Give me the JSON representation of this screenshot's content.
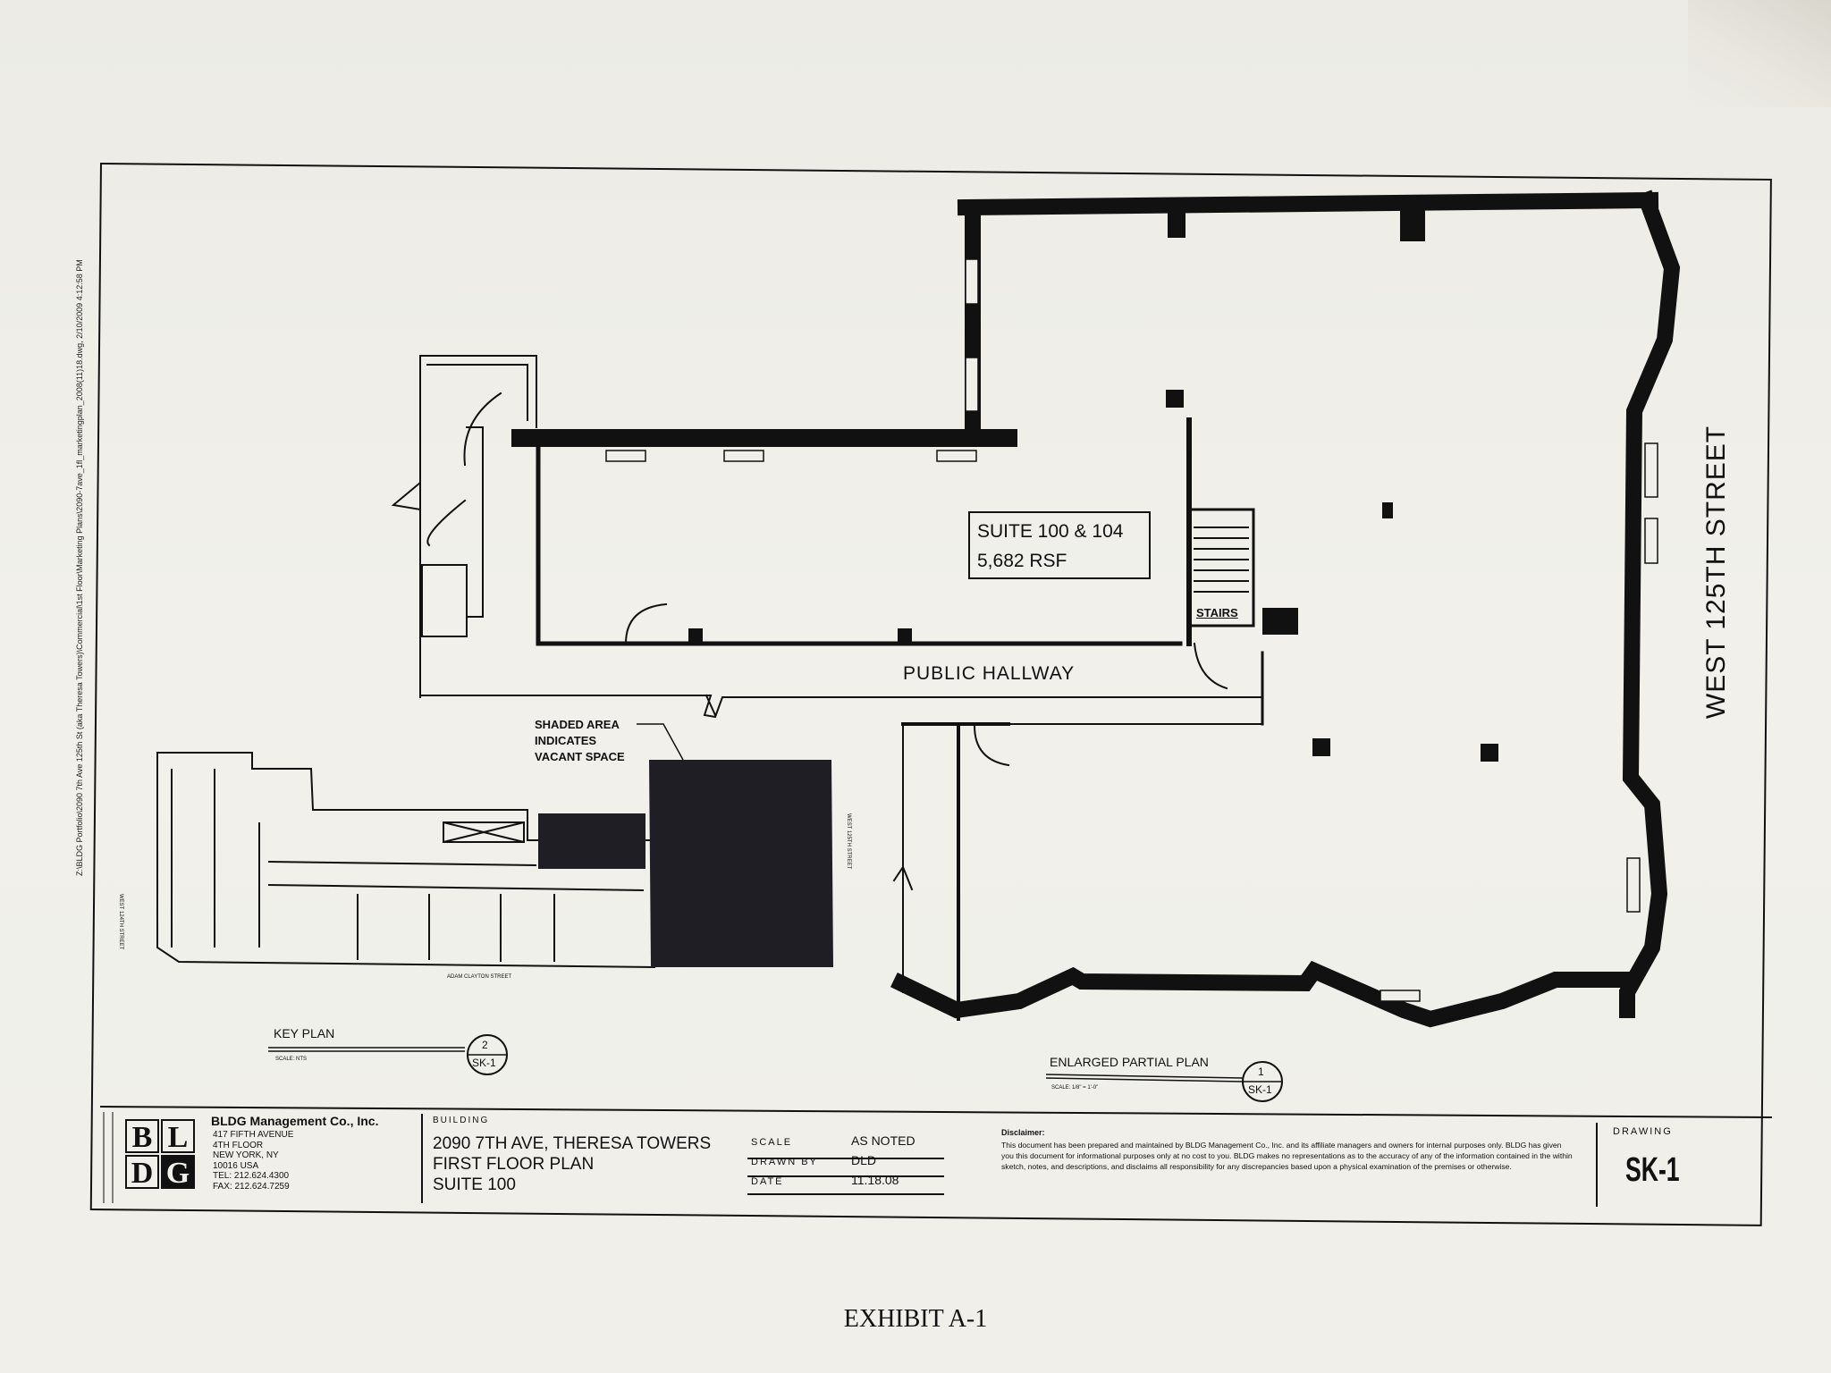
{
  "side_path": "Z:\\BLDG Portfolio\\2090 7th Ave 125th St (aka Theresa Towers)\\Commercial\\1st Floor\\Marketing Plans\\2090-7ave_1fl_marketingplan_2008(11)18.dwg, 2/10/2009 4:12:58 PM",
  "plan": {
    "suite_line1": "SUITE 100 & 104",
    "suite_line2": "5,682 RSF",
    "stairs": "STAIRS",
    "public_hallway": "PUBLIC HALLWAY",
    "street": "WEST 125TH STREET",
    "shaded_note": [
      "SHADED AREA",
      "INDICATES",
      "VACANT SPACE"
    ],
    "enlarged_label": "ENLARGED PARTIAL PLAN",
    "enlarged_scale": "SCALE: 1/8\" = 1'-0\"",
    "enlarged_ref_num": "1",
    "enlarged_ref_sheet": "SK-1"
  },
  "key_plan": {
    "label": "KEY PLAN",
    "scale": "SCALE: NTS",
    "ref_num": "2",
    "ref_sheet": "SK-1",
    "street_west": "WEST 124TH STREET",
    "street_bottom": "ADAM CLAYTON STREET",
    "street_east": "WEST 125TH STREET"
  },
  "title_block": {
    "logo_letters": [
      "B",
      "L",
      "D",
      "G"
    ],
    "company": "BLDG Management Co., Inc.",
    "address": [
      "417 FIFTH AVENUE",
      "4TH FLOOR",
      "NEW YORK, NY",
      "10016  USA",
      "TEL: 212.624.4300",
      "FAX: 212.624.7259"
    ],
    "building_label": "BUILDING",
    "building_lines": [
      "2090 7TH AVE, THERESA TOWERS",
      "FIRST FLOOR PLAN",
      "SUITE 100"
    ],
    "scale_label": "SCALE",
    "scale_value": "AS NOTED",
    "drawn_label": "DRAWN BY",
    "drawn_value": "DLD",
    "date_label": "DATE",
    "date_value": "11.18.08",
    "disclaimer_title": "Disclaimer:",
    "disclaimer_text": "This document has been prepared and maintained by BLDG Management Co., Inc. and its affiliate managers and owners for internal purposes only. BLDG has given you this document for informational purposes only at no cost to you. BLDG makes no representations as to the accuracy of any of the information contained in the within sketch, notes, and descriptions, and disclaims all responsibility for any discrepancies based upon a physical examination of the premises or otherwise.",
    "drawing_label": "DRAWING",
    "drawing_value": "SK-1"
  },
  "exhibit": "EXHIBIT A-1",
  "colors": {
    "ink": "#111111",
    "paper": "#f0efe9",
    "shade": "#1e1e24"
  }
}
